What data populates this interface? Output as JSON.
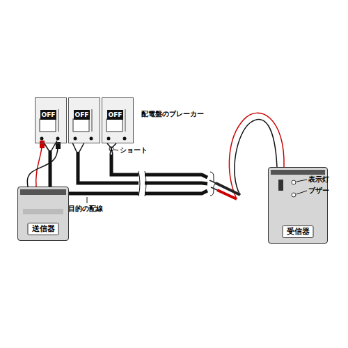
{
  "diagram": {
    "nodes": [
      {
        "text": [
          "OFF"
        ]
      },
      {
        "text": [
          "OFF"
        ]
      },
      {
        "text": [
          "OFF"
        ]
      },
      {
        "text": [
          "送信器"
        ]
      },
      {
        "text": [
          "受信器"
        ]
      }
    ],
    "edges": [
      {
        "from": 3,
        "to": 0,
        "arrow": "none"
      }
    ],
    "labels": [
      "配電盤のブレーカー",
      "ショート",
      "目的の配線",
      "表示灯",
      "ブザー"
    ]
  }
}
